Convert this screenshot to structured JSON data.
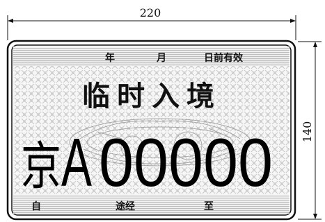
{
  "dimensions": {
    "width_label": "220",
    "height_label": "140"
  },
  "plate": {
    "header": {
      "year": "年",
      "month": "月",
      "valid_until": "日前有效"
    },
    "title": "临时入境",
    "province": "京",
    "letter": "A",
    "serial": "00000",
    "footer": {
      "from": "自",
      "route": "途经",
      "to": "至"
    }
  },
  "colors": {
    "ink": "#111111",
    "plate_bg": "#f4f4f4",
    "stripe": "#cfcfcf",
    "pattern": "#c8c8c8"
  }
}
